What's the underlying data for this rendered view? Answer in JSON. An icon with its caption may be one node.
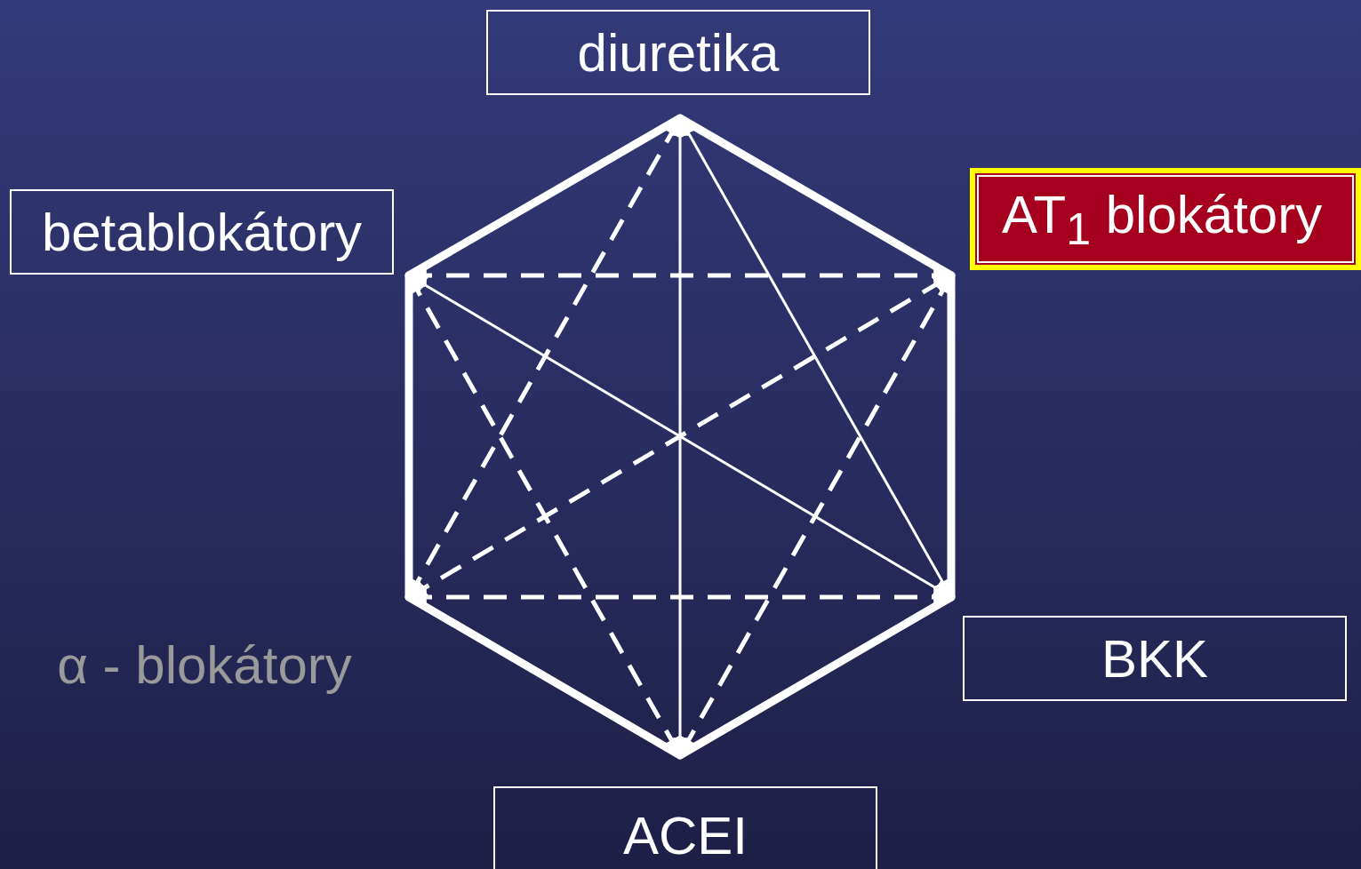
{
  "diagram": {
    "nodes": [
      {
        "text": [
          "diuretika"
        ]
      },
      {
        "text": [
          "betablokátory"
        ]
      },
      {
        "text": [
          "AT$_{1}$ blokátory"
        ]
      },
      {
        "text": [
          "α - blokátory"
        ]
      },
      {
        "text": [
          "BKK"
        ]
      },
      {
        "text": [
          "ACEI"
        ]
      }
    ],
    "edges": [
      {
        "from": 0,
        "to": 1,
        "arrow": "none",
        "style": "thick"
      },
      {
        "from": 0,
        "to": 2,
        "arrow": "none",
        "style": "thick"
      },
      {
        "from": 2,
        "to": 4,
        "arrow": "none",
        "style": "thick"
      },
      {
        "from": 4,
        "to": 5,
        "arrow": "none",
        "style": "thick"
      },
      {
        "from": 5,
        "to": 3,
        "arrow": "none",
        "style": "thick"
      },
      {
        "from": 3,
        "to": 1,
        "arrow": "none",
        "style": "thick"
      },
      {
        "from": 0,
        "to": 5,
        "arrow": "both"
      },
      {
        "from": 0,
        "to": 4,
        "arrow": "both"
      },
      {
        "from": 1,
        "to": 4,
        "arrow": "both"
      },
      {
        "from": 1,
        "to": 2,
        "arrow": "both",
        "style": "dashed"
      },
      {
        "from": 1,
        "to": 5,
        "arrow": "both",
        "style": "dashed"
      },
      {
        "from": 3,
        "to": 0,
        "arrow": "both",
        "style": "dashed"
      },
      {
        "from": 3,
        "to": 2,
        "arrow": "both",
        "style": "dashed"
      },
      {
        "from": 3,
        "to": 4,
        "arrow": "both",
        "style": "dashed"
      },
      {
        "from": 2,
        "to": 5,
        "arrow": "both",
        "style": "dashed"
      }
    ]
  }
}
